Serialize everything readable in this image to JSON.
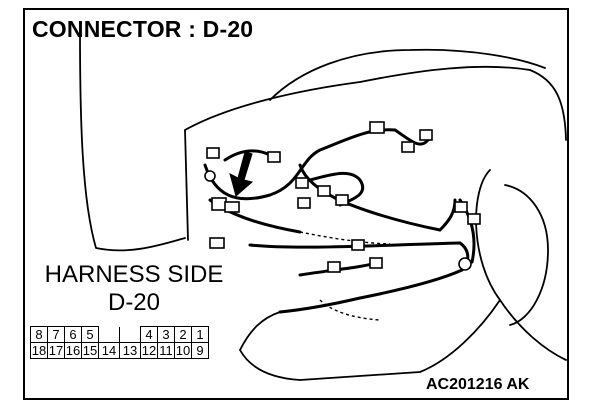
{
  "title": "CONNECTOR : D-20",
  "harness": {
    "side_label": "HARNESS SIDE",
    "code": "D-20"
  },
  "pins": {
    "top_row": [
      "8",
      "7",
      "6",
      "5",
      "",
      "",
      "4",
      "3",
      "2",
      "1"
    ],
    "bottom_row": [
      "18",
      "17",
      "16",
      "15",
      "14",
      "13",
      "12",
      "11",
      "10",
      "9"
    ]
  },
  "reference_code": "AC201216 AK",
  "icons": [
    "arrow-pointer-icon",
    "wiring-harness-drawing",
    "vehicle-body-outline"
  ]
}
